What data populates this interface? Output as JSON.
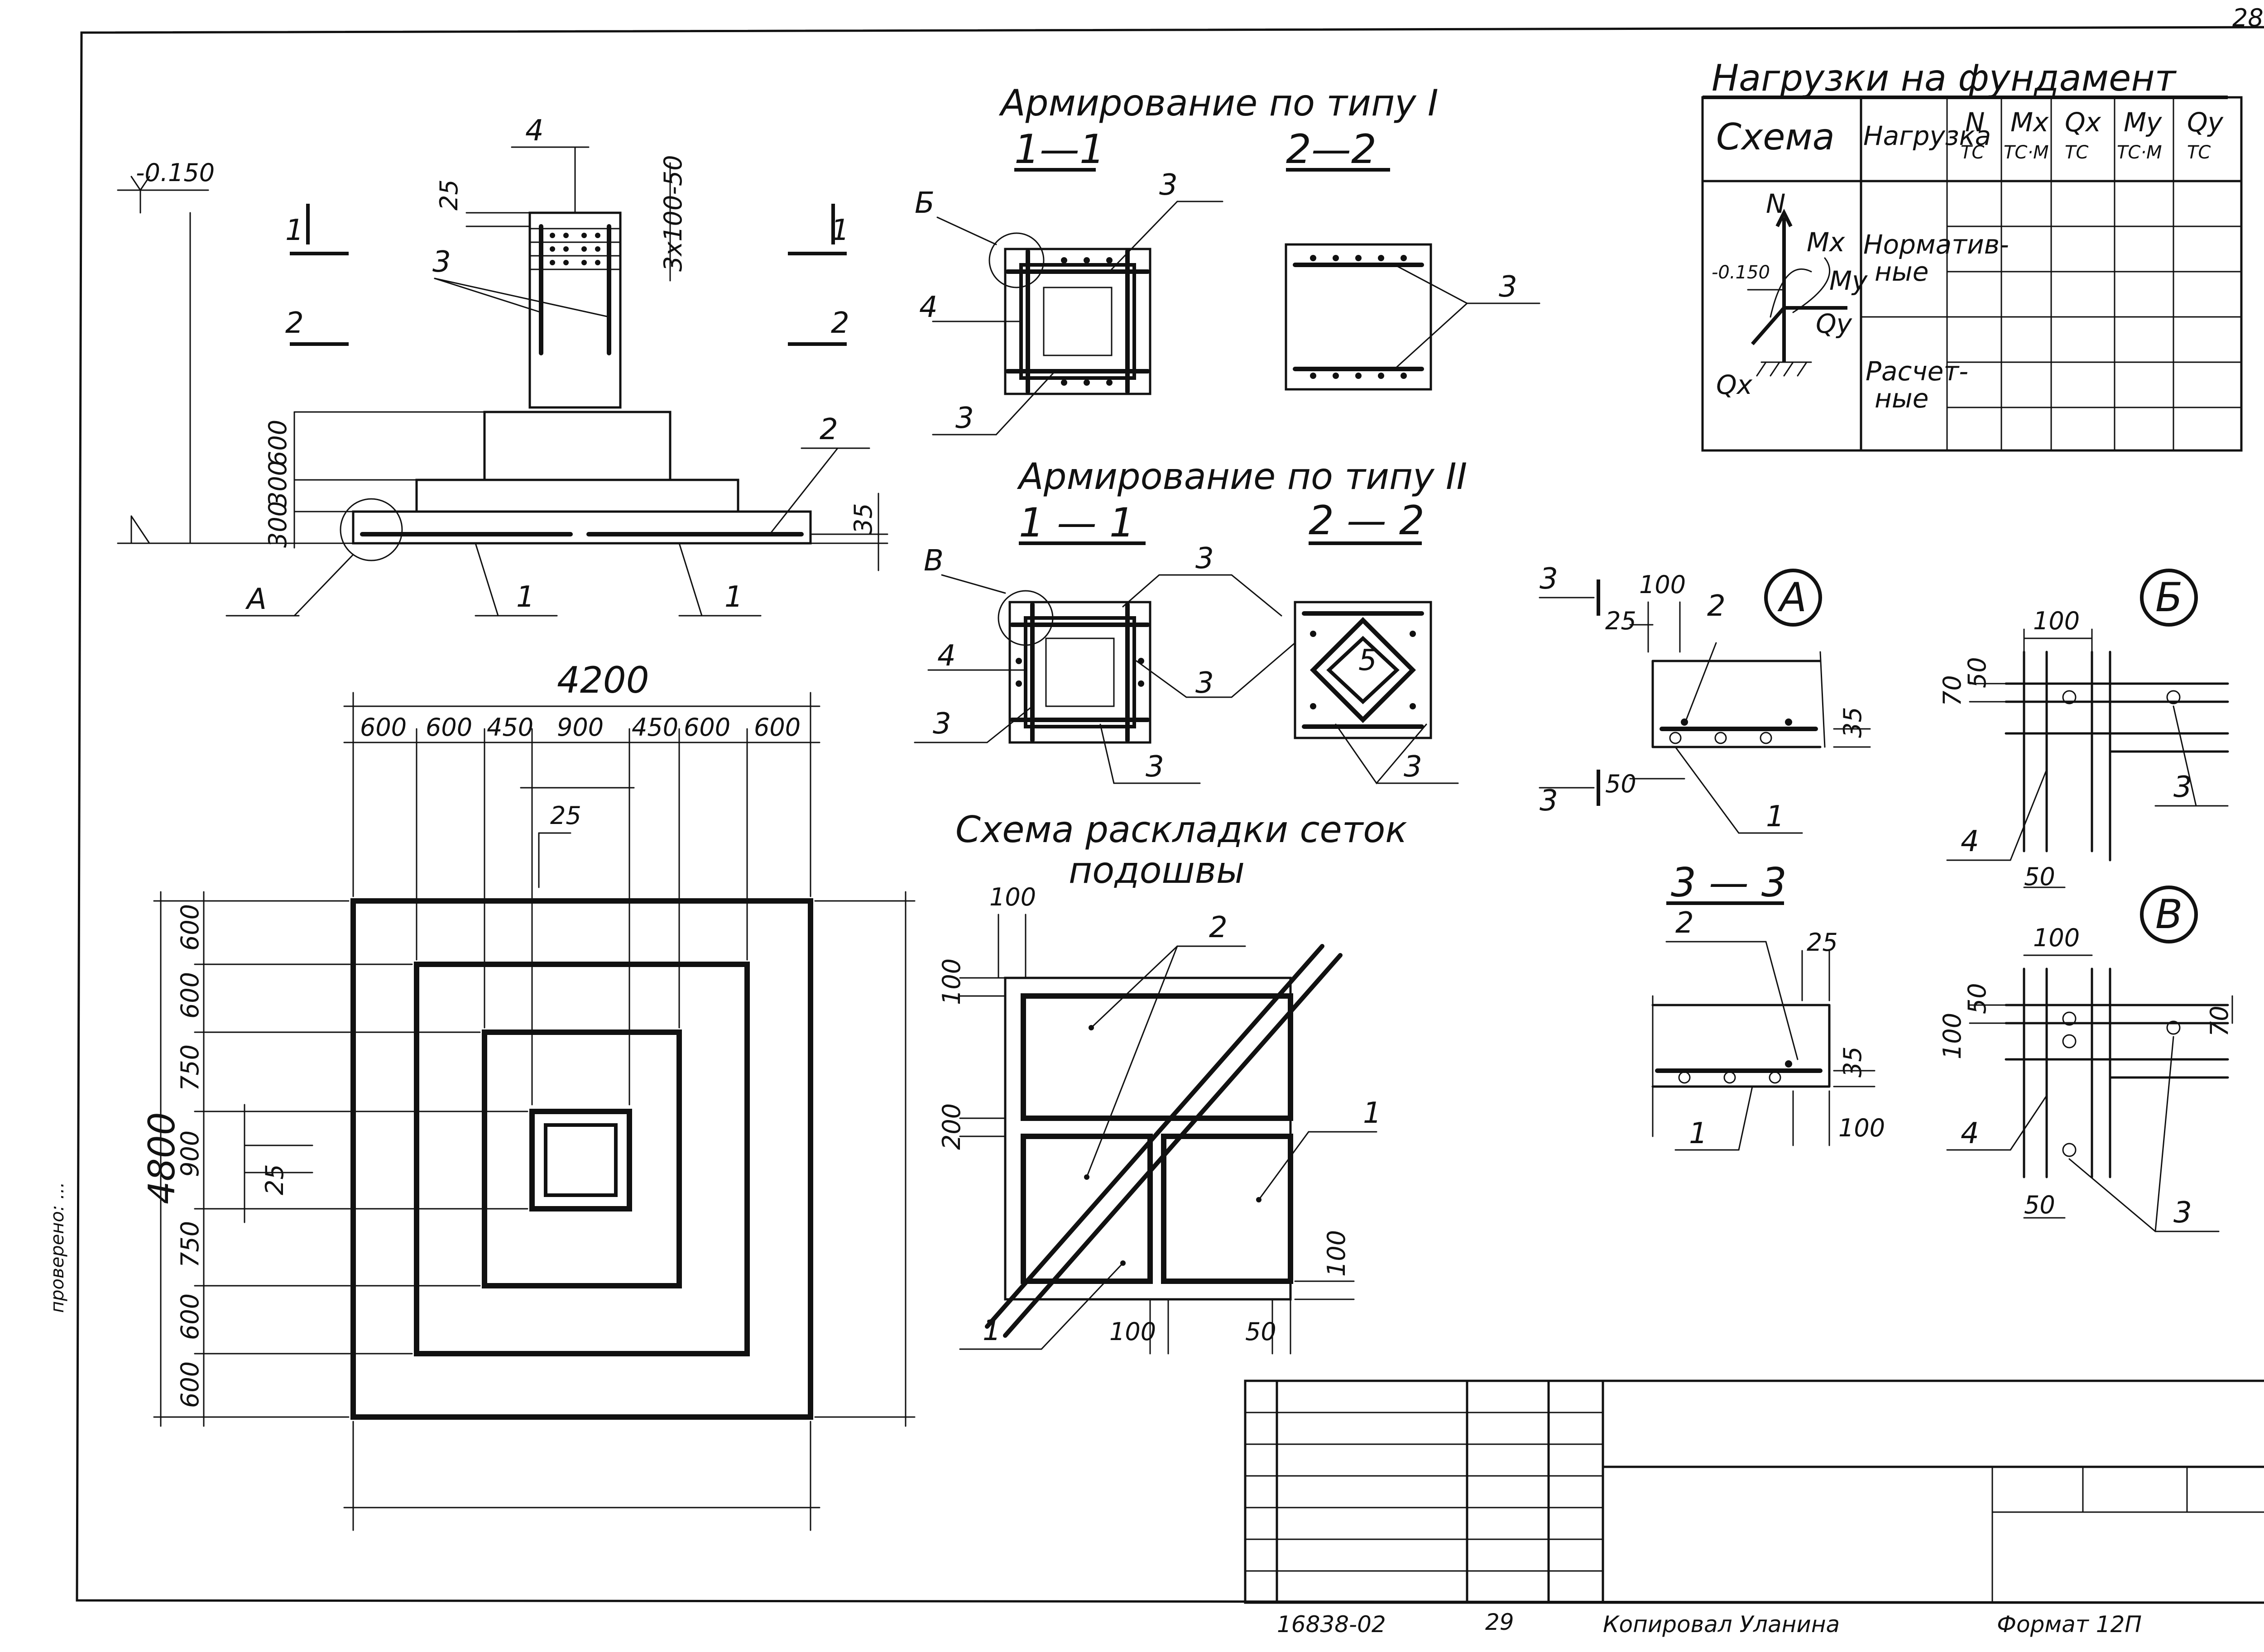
{
  "sheet": {
    "number": "28",
    "side_note": "проверено: ..."
  },
  "elevation": {
    "level": "-0.150",
    "callouts": [
      "4",
      "3",
      "2",
      "1",
      "1",
      "A"
    ],
    "section_marks": [
      "1",
      "2",
      "1",
      "2"
    ],
    "dims": {
      "top_gap": "25",
      "rebar_spacing": "3x100-50",
      "step_top": "600",
      "step_mid": "300",
      "step_low": "300",
      "cover": "35"
    }
  },
  "reinforcement_type_1": {
    "title": "Армирование по типу I",
    "section_1": "1—1",
    "section_2": "2—2",
    "callouts": [
      "Б",
      "4",
      "3",
      "3",
      "3"
    ]
  },
  "reinforcement_type_2": {
    "title": "Армирование по типу II",
    "section_1": "1 — 1",
    "section_2": "2 — 2",
    "callouts": [
      "В",
      "4",
      "3",
      "3",
      "3",
      "3",
      "5",
      "3"
    ]
  },
  "plan": {
    "overall_width": "4200",
    "overall_height": "4800",
    "width_dims": [
      "600",
      "600",
      "450",
      "900",
      "450",
      "600",
      "600"
    ],
    "height_dims": [
      "600",
      "600",
      "750",
      "900",
      "750",
      "600",
      "600"
    ],
    "column_gap": "25",
    "column_gap_v": "25"
  },
  "mesh_layout": {
    "title_line1": "Схема раскладки сеток",
    "title_line2": "подошвы",
    "dims": {
      "top": "100",
      "left_top": "100",
      "left_mid": "200",
      "right_bottom": "100",
      "bottom_left": "100",
      "bottom_right": "50"
    },
    "callouts": [
      "2",
      "1",
      "1"
    ]
  },
  "load_table": {
    "title": "Нагрузки на фундамент",
    "headers": {
      "scheme": "Схема",
      "load": "Нагрузка",
      "n": "N",
      "n_unit": "TC",
      "mx": "Mx",
      "mx_unit": "TC·M",
      "qx": "Qx",
      "qx_unit": "TC",
      "my": "My",
      "my_unit": "TC·M",
      "qy": "Qy",
      "qy_unit": "TC"
    },
    "rows": [
      {
        "line1": "Норматив-",
        "line2": "ные"
      },
      {
        "line1": "Расчет-",
        "line2": "ные"
      }
    ],
    "scheme_labels": {
      "n": "N",
      "mx": "Mx",
      "my": "My",
      "qy": "Qy",
      "qx": "Qx",
      "level": "-0.150"
    }
  },
  "detail_A": {
    "label": "A",
    "section_mark": "3",
    "dims": {
      "d100": "100",
      "d25": "25",
      "d35": "35",
      "d50": "50"
    },
    "callouts": [
      "2",
      "1"
    ]
  },
  "section_3_3": {
    "title": "3 — 3",
    "dims": {
      "d25": "25",
      "d35": "35",
      "d100": "100"
    },
    "callouts": [
      "2",
      "1"
    ]
  },
  "detail_B": {
    "label": "Б",
    "dims": {
      "d100": "100",
      "d70": "70",
      "d50": "50",
      "d50b": "50"
    },
    "callouts": [
      "3",
      "4"
    ]
  },
  "detail_V": {
    "label": "В",
    "dims": {
      "d100": "100",
      "d50": "50",
      "d100v": "100",
      "d70": "70",
      "d50b": "50"
    },
    "callouts": [
      "4",
      "3"
    ]
  },
  "footer": {
    "doc_code": "16838-02",
    "page": "29",
    "copied": "Копировал Уланина",
    "format": "Формат 12П"
  }
}
